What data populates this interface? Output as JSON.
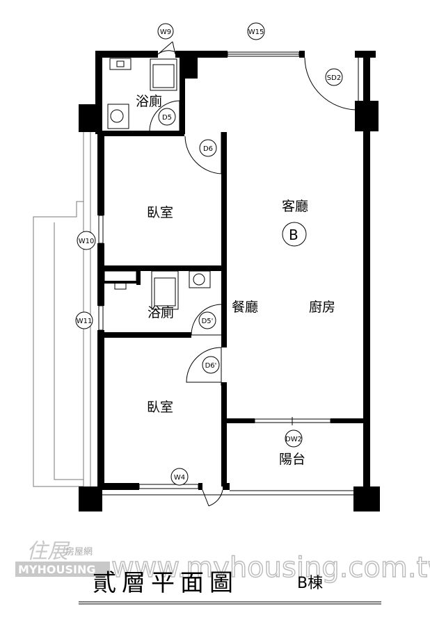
{
  "rooms": {
    "bath_top": "浴廁",
    "bedroom_top": "臥室",
    "living": "客廳",
    "unit_letter": "B",
    "dining": "餐廳",
    "kitchen": "廚房",
    "bath_mid": "浴廁",
    "bedroom_bottom": "臥室",
    "balcony": "陽台"
  },
  "tags": {
    "w9": "W9",
    "w15": "W15",
    "sd2": "SD2",
    "d5": "D5",
    "d6": "D6",
    "w10": "W10",
    "w11": "W11",
    "d5p": "D5'",
    "d6p": "D6'",
    "dw2": "DW2",
    "w4": "W4"
  },
  "title": {
    "main": "貳層平面圖",
    "building": "B棟"
  },
  "watermark": {
    "logo_text": "住展",
    "logo_sub": "房屋網",
    "logo_en": "MYHOUSING",
    "url": "www.myhousing.com.tw"
  }
}
